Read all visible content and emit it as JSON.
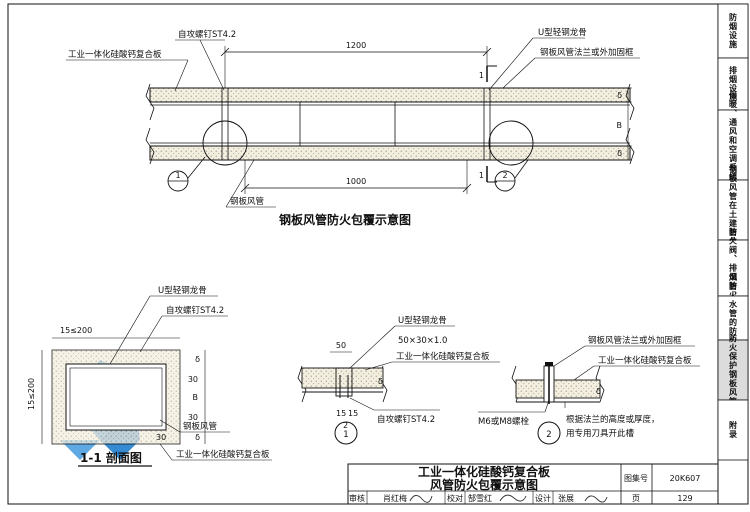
{
  "top": {
    "title": "钢板风管防火包覆示意图",
    "label_screw": "自攻螺钉ST4.2",
    "label_board": "工业一体化硅酸钙复合板",
    "label_u_keel": "U型轻钢龙骨",
    "label_flange": "钢板风管法兰或外加固框",
    "label_duct": "钢板风管",
    "dim_1200": "1200",
    "dim_1000": "1000",
    "dim_delta": "δ",
    "dim_B": "B",
    "section_no": "1",
    "callout_1": "1",
    "callout_2": "2"
  },
  "section": {
    "title": "1-1 剖面图",
    "label_u_keel": "U型轻钢龙骨",
    "label_screw": "自攻螺钉ST4.2",
    "label_duct": "钢板风管",
    "label_board": "工业一体化硅酸钙复合板",
    "dim_top": "15≤200",
    "dim_left": "15≤200",
    "dim_30": "30",
    "dim_B": "B",
    "dim_delta": "δ"
  },
  "detail1": {
    "number": "1",
    "label_u_keel": "U型轻钢龙骨",
    "label_u_size": "50×30×1.0",
    "label_board": "工业一体化硅酸钙复合板",
    "label_screw": "自攻螺钉ST4.2",
    "dim_50": "50",
    "dim_15a": "15",
    "dim_15b": "15",
    "dim_2": "2",
    "dim_delta": "δ"
  },
  "detail2": {
    "number": "2",
    "label_flange": "钢板风管法兰或外加固框",
    "label_board": "工业一体化硅酸钙复合板",
    "label_bolt": "M6或M8螺栓",
    "note_line1": "根据法兰的高度或厚度，",
    "note_line2": "用专用刀具开此槽",
    "dim_delta": "δ"
  },
  "title_block": {
    "title_line1": "工业一体化硅酸钙复合板",
    "title_line2": "风管防火包覆示意图",
    "atlas_label": "图集号",
    "atlas_no": "20K607",
    "review_label": "审核",
    "review_name": "肖红梅",
    "check_label": "校对",
    "check_name": "郜雪红",
    "design_label": "设计",
    "design_name": "张展",
    "page_label": "页",
    "page_no": "129"
  },
  "side_tabs": [
    {
      "label": "防烟设施"
    },
    {
      "label": "排烟设施"
    },
    {
      "label": "供暖、通风和空调系统防火"
    },
    {
      "label": "钢板风管在土建管井内"
    },
    {
      "label": "防火阀、排烟防火阀"
    },
    {
      "label": "风管、水管的防火封堵"
    },
    {
      "label": "防火保护钢板风管"
    },
    {
      "label": "附录"
    }
  ],
  "colors": {
    "line": "#111111",
    "board_fill": "#efe9d6",
    "watermark": "#1f7fd0",
    "tab_active": "#dcdcdc"
  }
}
